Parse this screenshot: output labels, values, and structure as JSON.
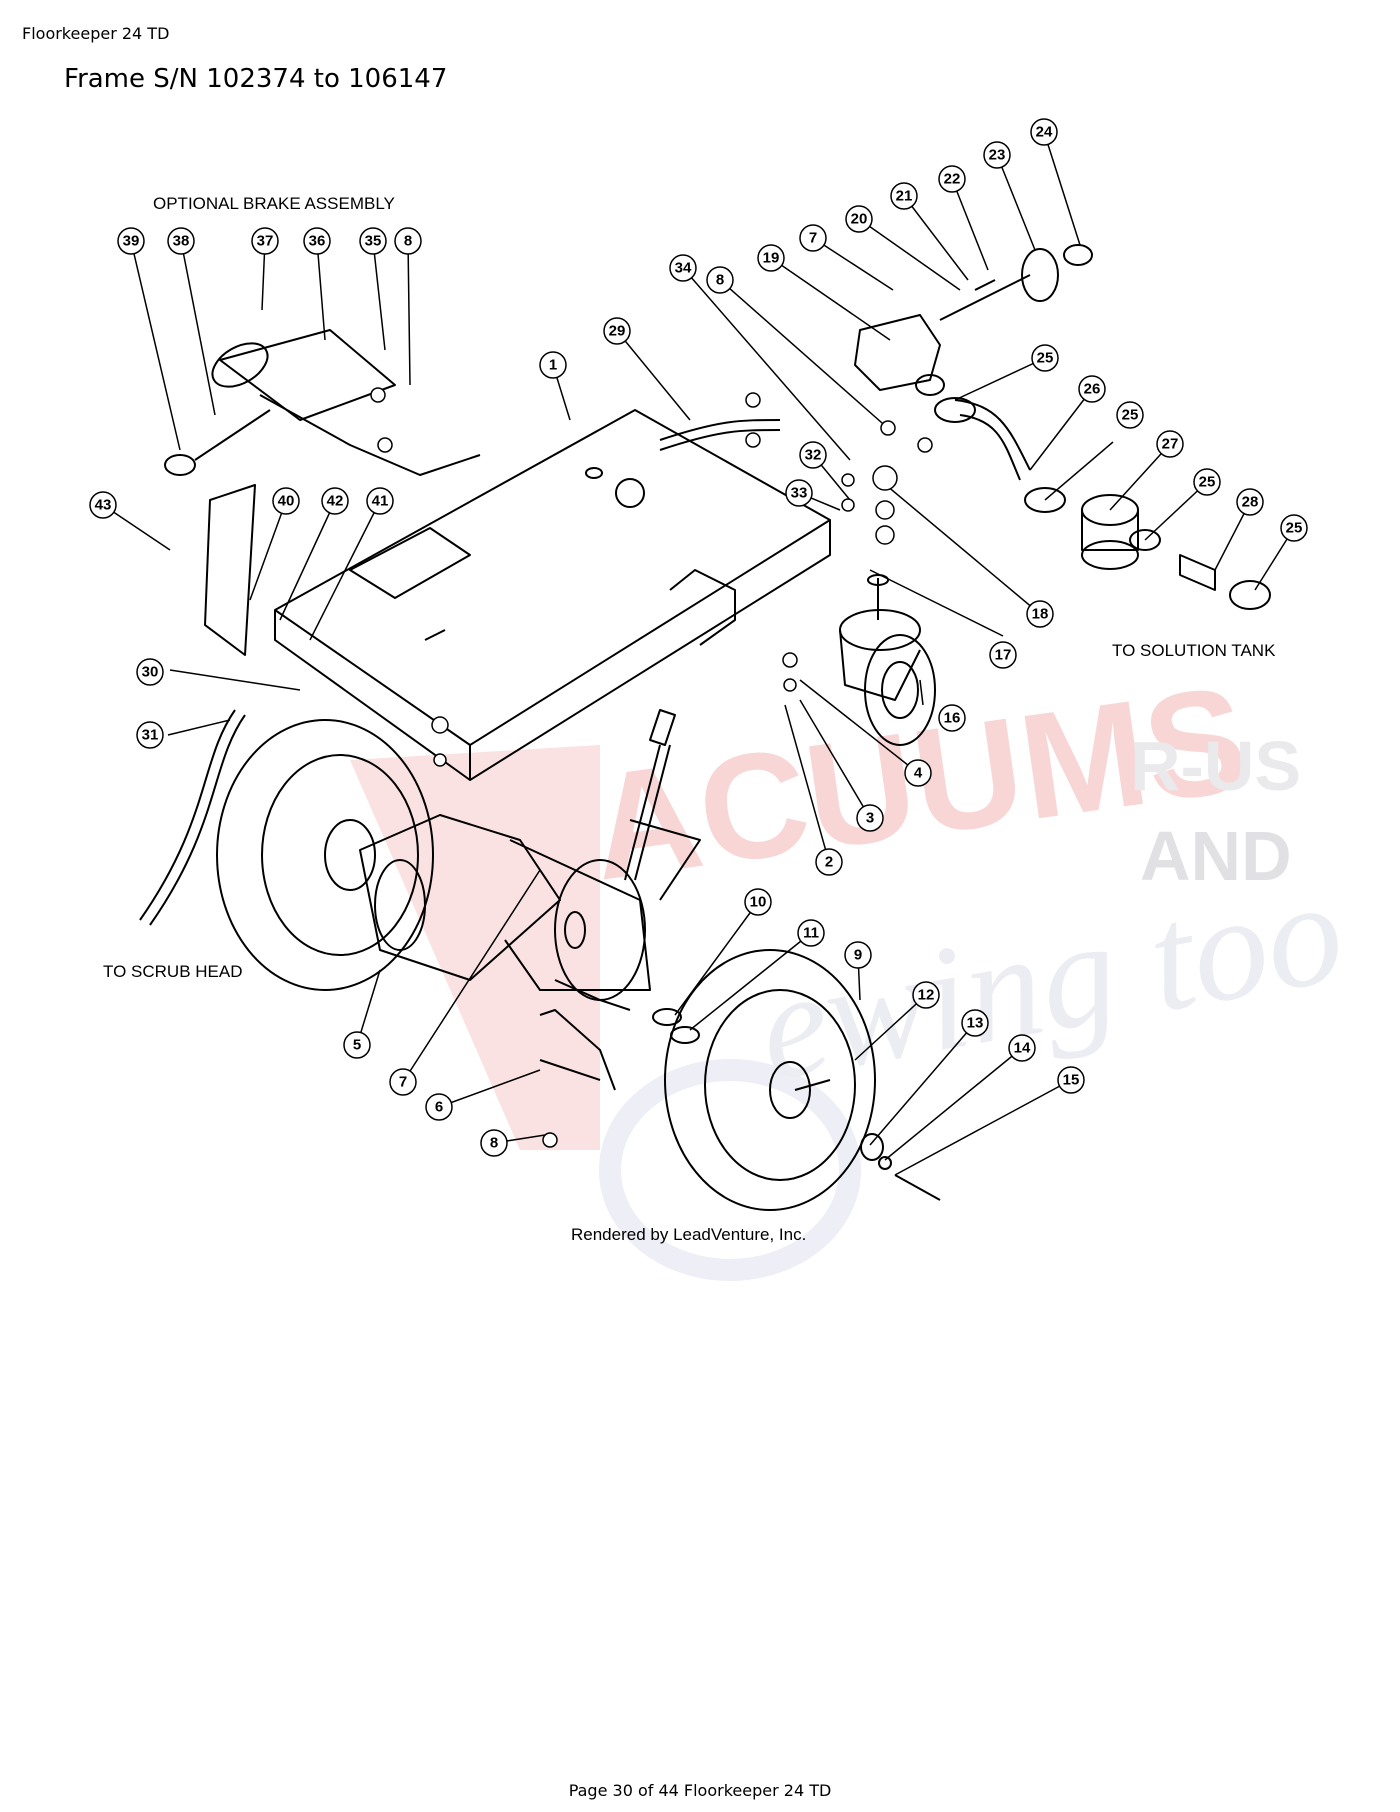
{
  "header": {
    "doc_name": "Floorkeeper 24 TD"
  },
  "title": "Frame S/N 102374 to 106147",
  "diagram": {
    "labels": {
      "brake": "OPTIONAL BRAKE ASSEMBLY",
      "solution": "TO SOLUTION TANK",
      "scrub": "TO SCRUB HEAD",
      "rendered": "Rendered by LeadVenture, Inc."
    },
    "watermark": {
      "line1": "ACUUMS",
      "line2": "R-US",
      "line3": "AND",
      "line4": "ewing too"
    },
    "callouts": [
      {
        "n": "1"
      },
      {
        "n": "2"
      },
      {
        "n": "3"
      },
      {
        "n": "4"
      },
      {
        "n": "5"
      },
      {
        "n": "6"
      },
      {
        "n": "7"
      },
      {
        "n": "7"
      },
      {
        "n": "8"
      },
      {
        "n": "8"
      },
      {
        "n": "8"
      },
      {
        "n": "9"
      },
      {
        "n": "10"
      },
      {
        "n": "11"
      },
      {
        "n": "12"
      },
      {
        "n": "13"
      },
      {
        "n": "14"
      },
      {
        "n": "15"
      },
      {
        "n": "16"
      },
      {
        "n": "17"
      },
      {
        "n": "18"
      },
      {
        "n": "19"
      },
      {
        "n": "20"
      },
      {
        "n": "21"
      },
      {
        "n": "22"
      },
      {
        "n": "23"
      },
      {
        "n": "24"
      },
      {
        "n": "25"
      },
      {
        "n": "25"
      },
      {
        "n": "25"
      },
      {
        "n": "25"
      },
      {
        "n": "26"
      },
      {
        "n": "27"
      },
      {
        "n": "28"
      },
      {
        "n": "29"
      },
      {
        "n": "30"
      },
      {
        "n": "31"
      },
      {
        "n": "32"
      },
      {
        "n": "33"
      },
      {
        "n": "34"
      },
      {
        "n": "35"
      },
      {
        "n": "36"
      },
      {
        "n": "37"
      },
      {
        "n": "38"
      },
      {
        "n": "39"
      },
      {
        "n": "40"
      },
      {
        "n": "41"
      },
      {
        "n": "42"
      },
      {
        "n": "43"
      }
    ]
  },
  "footer": {
    "text": "Page 30 of 44 Floorkeeper 24 TD"
  }
}
